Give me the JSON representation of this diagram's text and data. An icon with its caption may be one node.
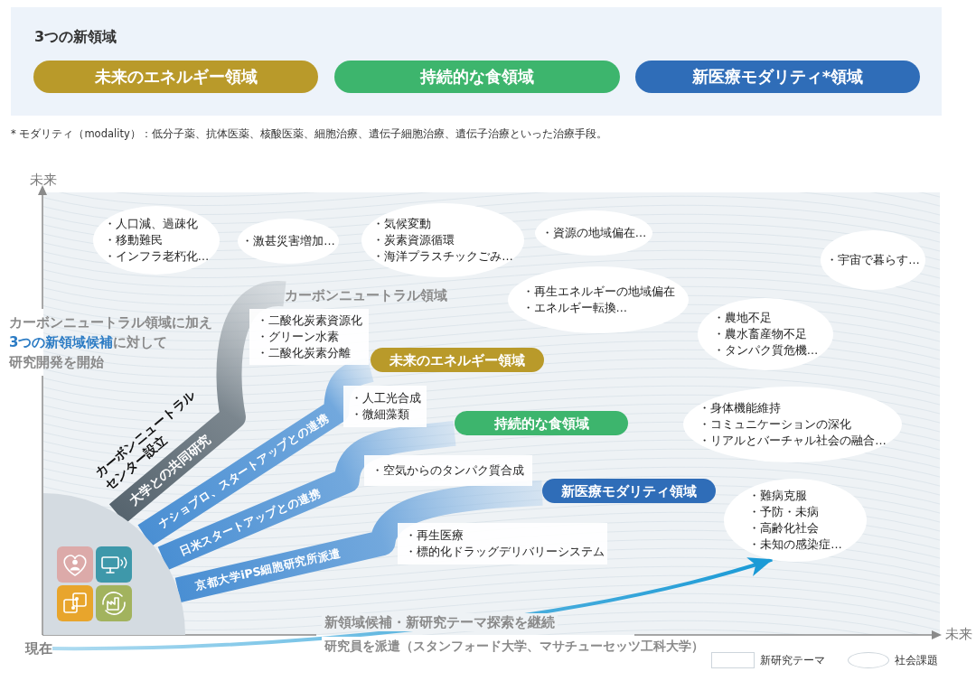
{
  "diagram": {
    "nodes": [
      {
        "text": [
          "3つの新領域"
        ]
      },
      {
        "text": [
          "未来のエネルギー領域"
        ],
        "in": 0
      },
      {
        "text": [
          "持続的な食領域"
        ],
        "in": 0
      },
      {
        "text": [
          "新医療モダリティ*領域"
        ],
        "in": 0
      },
      {
        "text": [
          "・人口減、過疎化",
          "・移動難民",
          "・インフラ老朽化…"
        ]
      },
      {
        "text": [
          "・激甚災害増加…"
        ]
      },
      {
        "text": [
          "・気候変動",
          "・炭素資源循環",
          "・海洋プラスチックごみ…"
        ]
      },
      {
        "text": [
          "・資源の地域偏在…"
        ]
      },
      {
        "text": [
          "・宇宙で暮らす…"
        ]
      },
      {
        "text": [
          "カーボンニュートラル領域"
        ]
      },
      {
        "text": [
          "・再生エネルギーの地域偏在",
          "・エネルギー転換…"
        ]
      },
      {
        "text": [
          "・二酸化炭素資源化",
          "・グリーン水素",
          "・二酸化炭素分離"
        ]
      },
      {
        "text": [
          "・農地不足",
          "・農水畜産物不足",
          "・タンパク質危機…"
        ]
      },
      {
        "text": [
          "未来のエネルギー領域"
        ]
      },
      {
        "text": [
          "・人工光合成",
          "・微細藻類"
        ]
      },
      {
        "text": [
          "・身体機能維持",
          "・コミュニケーションの深化",
          "・リアルとバーチャル社会の融合…"
        ]
      },
      {
        "text": [
          "持続的な食領域"
        ]
      },
      {
        "text": [
          "・空気からのタンパク質合成"
        ]
      },
      {
        "text": [
          "新医療モダリティ領域"
        ]
      },
      {
        "text": [
          "・難病克服",
          "・予防・未病",
          "・高齢化社会",
          "・未知の感染症…"
        ]
      },
      {
        "text": [
          "・再生医療",
          "・標的化ドラッグデリバリーシステム"
        ]
      },
      {
        "text": [],
        "shape": "circle"
      },
      {
        "text": [
          "現在"
        ]
      }
    ],
    "edges": [
      {
        "from": 21,
        "to": 9,
        "arrow": "none",
        "label": "大学との共同研究",
        "style": "thick",
        "color": "#56646e"
      },
      {
        "from": 21,
        "to": 13,
        "arrow": "none",
        "label": "ナショプロ、スタートアップとの連携",
        "style": "thick"
      },
      {
        "from": 21,
        "to": 16,
        "arrow": "none",
        "label": "日米スタートアップとの連携",
        "style": "thick"
      },
      {
        "from": 21,
        "to": 18,
        "arrow": "none",
        "label": "京都大学iPS細胞研究所派遣",
        "style": "thick"
      },
      {
        "from": 22,
        "to": 19,
        "arrow": "to",
        "label": "新領域候補・新研究テーマ探索を継続",
        "color": "#1a9ad6"
      }
    ],
    "labels": [
      "* モダリティ（modality）：低分子薬、抗体医薬、核酸医薬、細胞治療、遺伝子細胞治療、遺伝子治療といった治療手段。",
      "未来",
      "カーボンニュートラル領域に加え**3つの新領域候補**に対して研究開発を開始",
      "カーボンニュートラルセンター設立",
      "研究員を派遣（スタンフォード大学、マサチューセッツ工科大学）",
      "未来"
    ],
    "legend": [
      {
        "text": "新研究テーマ"
      },
      {
        "text": "社会課題"
      }
    ]
  }
}
